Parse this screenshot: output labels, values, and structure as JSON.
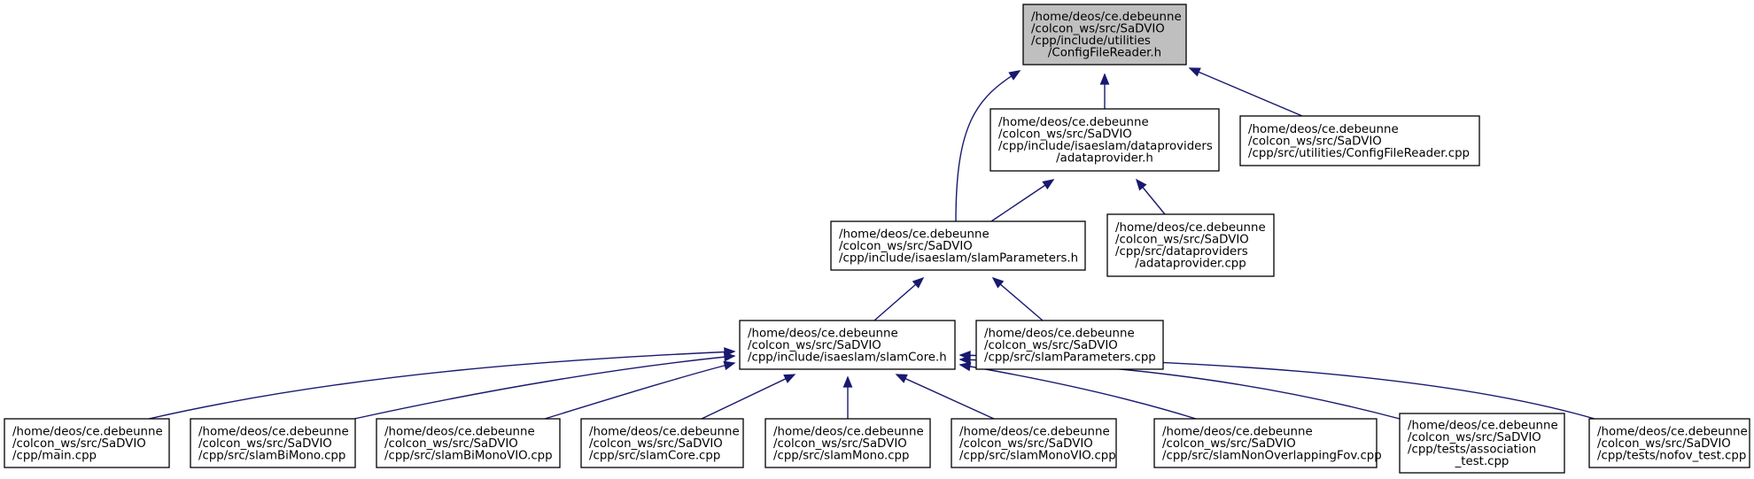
{
  "colors": {
    "edge": "#191970",
    "focus_fill": "#bfbfbf",
    "node_fill": "#ffffff",
    "border": "#000000"
  },
  "nodes": [
    {
      "id": "configfilereader-h",
      "lines": [
        "/home/deos/ce.debeunne",
        "/colcon_ws/src/SaDVIO",
        "/cpp/include/utilities",
        "/ConfigFileReader.h"
      ],
      "focus": true
    },
    {
      "id": "adataprovider-h",
      "lines": [
        "/home/deos/ce.debeunne",
        "/colcon_ws/src/SaDVIO",
        "/cpp/include/isaeslam/dataproviders",
        "/adataprovider.h"
      ]
    },
    {
      "id": "configfilereader-cpp",
      "lines": [
        "/home/deos/ce.debeunne",
        "/colcon_ws/src/SaDVIO",
        "/cpp/src/utilities/ConfigFileReader.cpp"
      ]
    },
    {
      "id": "slamparameters-h",
      "lines": [
        "/home/deos/ce.debeunne",
        "/colcon_ws/src/SaDVIO",
        "/cpp/include/isaeslam/slamParameters.h"
      ]
    },
    {
      "id": "adataprovider-cpp",
      "lines": [
        "/home/deos/ce.debeunne",
        "/colcon_ws/src/SaDVIO",
        "/cpp/src/dataproviders",
        "/adataprovider.cpp"
      ]
    },
    {
      "id": "slamcore-h",
      "lines": [
        "/home/deos/ce.debeunne",
        "/colcon_ws/src/SaDVIO",
        "/cpp/include/isaeslam/slamCore.h"
      ]
    },
    {
      "id": "slamparameters-cpp",
      "lines": [
        "/home/deos/ce.debeunne",
        "/colcon_ws/src/SaDVIO",
        "/cpp/src/slamParameters.cpp"
      ]
    },
    {
      "id": "main-cpp",
      "lines": [
        "/home/deos/ce.debeunne",
        "/colcon_ws/src/SaDVIO",
        "/cpp/main.cpp"
      ]
    },
    {
      "id": "slambimono-cpp",
      "lines": [
        "/home/deos/ce.debeunne",
        "/colcon_ws/src/SaDVIO",
        "/cpp/src/slamBiMono.cpp"
      ]
    },
    {
      "id": "slambimonovio-cpp",
      "lines": [
        "/home/deos/ce.debeunne",
        "/colcon_ws/src/SaDVIO",
        "/cpp/src/slamBiMonoVIO.cpp"
      ]
    },
    {
      "id": "slamcore-cpp",
      "lines": [
        "/home/deos/ce.debeunne",
        "/colcon_ws/src/SaDVIO",
        "/cpp/src/slamCore.cpp"
      ]
    },
    {
      "id": "slammono-cpp",
      "lines": [
        "/home/deos/ce.debeunne",
        "/colcon_ws/src/SaDVIO",
        "/cpp/src/slamMono.cpp"
      ]
    },
    {
      "id": "slammonovio-cpp",
      "lines": [
        "/home/deos/ce.debeunne",
        "/colcon_ws/src/SaDVIO",
        "/cpp/src/slamMonoVIO.cpp"
      ]
    },
    {
      "id": "slamnonoverlappingfov-cpp",
      "lines": [
        "/home/deos/ce.debeunne",
        "/colcon_ws/src/SaDVIO",
        "/cpp/src/slamNonOverlappingFov.cpp"
      ]
    },
    {
      "id": "association-test-cpp",
      "lines": [
        "/home/deos/ce.debeunne",
        "/colcon_ws/src/SaDVIO",
        "/cpp/tests/association",
        "_test.cpp"
      ]
    },
    {
      "id": "nofov-test-cpp",
      "lines": [
        "/home/deos/ce.debeunne",
        "/colcon_ws/src/SaDVIO",
        "/cpp/tests/nofov_test.cpp"
      ]
    }
  ],
  "edges": [
    {
      "from": "adataprovider-h",
      "to": "configfilereader-h"
    },
    {
      "from": "configfilereader-cpp",
      "to": "configfilereader-h"
    },
    {
      "from": "slamparameters-h",
      "to": "configfilereader-h"
    },
    {
      "from": "slamparameters-h",
      "to": "adataprovider-h"
    },
    {
      "from": "adataprovider-cpp",
      "to": "adataprovider-h"
    },
    {
      "from": "slamcore-h",
      "to": "slamparameters-h"
    },
    {
      "from": "slamparameters-cpp",
      "to": "slamparameters-h"
    },
    {
      "from": "main-cpp",
      "to": "slamcore-h"
    },
    {
      "from": "slambimono-cpp",
      "to": "slamcore-h"
    },
    {
      "from": "slambimonovio-cpp",
      "to": "slamcore-h"
    },
    {
      "from": "slamcore-cpp",
      "to": "slamcore-h"
    },
    {
      "from": "slammono-cpp",
      "to": "slamcore-h"
    },
    {
      "from": "slammonovio-cpp",
      "to": "slamcore-h"
    },
    {
      "from": "slamnonoverlappingfov-cpp",
      "to": "slamcore-h"
    },
    {
      "from": "association-test-cpp",
      "to": "slamcore-h"
    },
    {
      "from": "nofov-test-cpp",
      "to": "slamcore-h"
    }
  ]
}
